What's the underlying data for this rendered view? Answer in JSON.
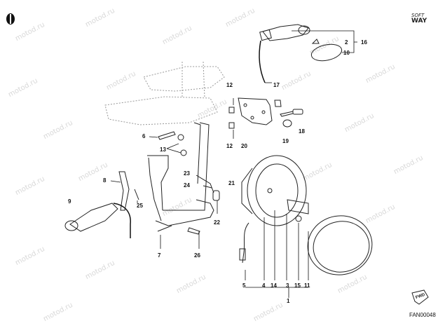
{
  "watermark": "motod.ru",
  "brand": {
    "line1": "SOFT",
    "line2": "WAY"
  },
  "diagram_code": "FAN00048",
  "fwd_label": "FWD",
  "callouts": {
    "c1": "1",
    "c2": "2",
    "c3": "3",
    "c4": "4",
    "c5": "5",
    "c6": "6",
    "c7": "7",
    "c8": "8",
    "c9": "9",
    "c10": "10",
    "c11": "11",
    "c12a": "12",
    "c12b": "12",
    "c13": "13",
    "c14": "14",
    "c15": "15",
    "c16": "16",
    "c17": "17",
    "c18": "18",
    "c19": "19",
    "c20": "20",
    "c21": "21",
    "c22": "22",
    "c23": "23",
    "c24": "24",
    "c25": "25",
    "c26": "26"
  }
}
